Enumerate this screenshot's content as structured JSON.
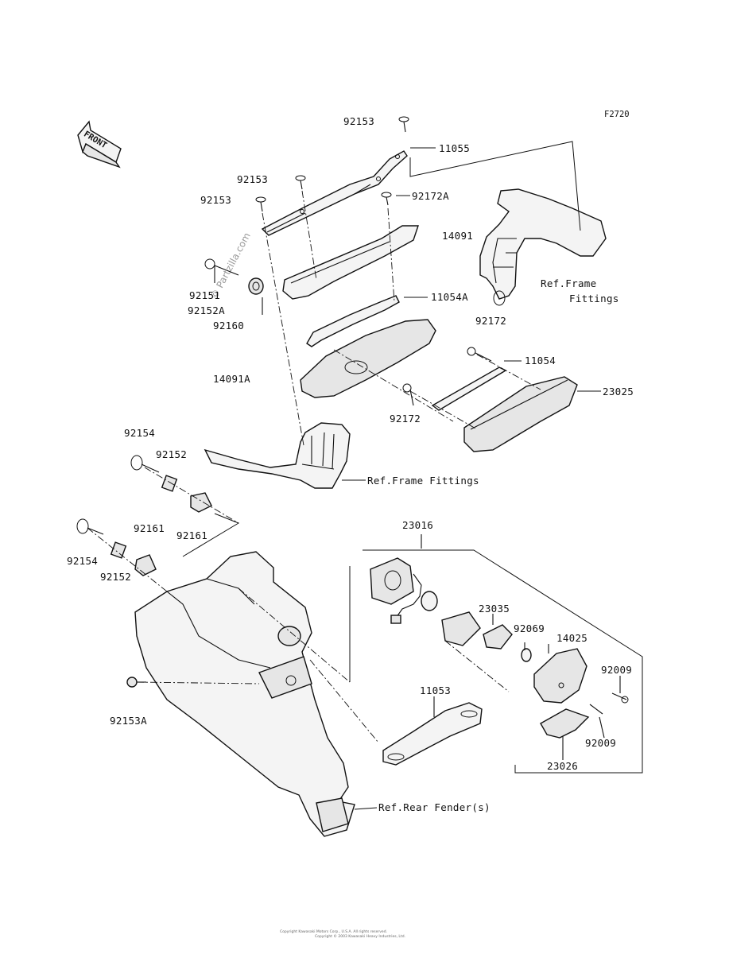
{
  "figure_code": "F2720",
  "front_badge": "FRONT",
  "watermark": "© Partzilla.com",
  "footer_lines": [
    "Copyright Kawasaki Motors Corp., U.S.A. All rights reserved.",
    "Copyright © 2003 Kawasaki Heavy Industries, Ltd."
  ],
  "parts": {
    "n92153_top": "92153",
    "n11055": "11055",
    "n92153_mid": "92153",
    "n92153_left": "92153",
    "n92172A": "92172A",
    "n14091": "14091",
    "n92151": "92151",
    "n92152A": "92152A",
    "n92160": "92160",
    "n11054A": "11054A",
    "n92172_right": "92172",
    "n11054": "11054",
    "n14091A": "14091A",
    "n23025": "23025",
    "n92172_low": "92172",
    "n92154_top": "92154",
    "n92152_top": "92152",
    "n92161_top": "92161",
    "n92161_bot": "92161",
    "n92154_bot": "92154",
    "n92152_bot": "92152",
    "n23016": "23016",
    "n23035": "23035",
    "n92069": "92069",
    "n14025": "14025",
    "n92009_top": "92009",
    "n92009_bot": "92009",
    "n11053": "11053",
    "n23026": "23026",
    "n92153A": "92153A"
  },
  "refs": {
    "frame_fittings_top_1": "Ref.Frame",
    "frame_fittings_top_2": "Fittings",
    "frame_fittings_mid": "Ref.Frame Fittings",
    "rear_fender": "Ref.Rear Fender(s)"
  }
}
